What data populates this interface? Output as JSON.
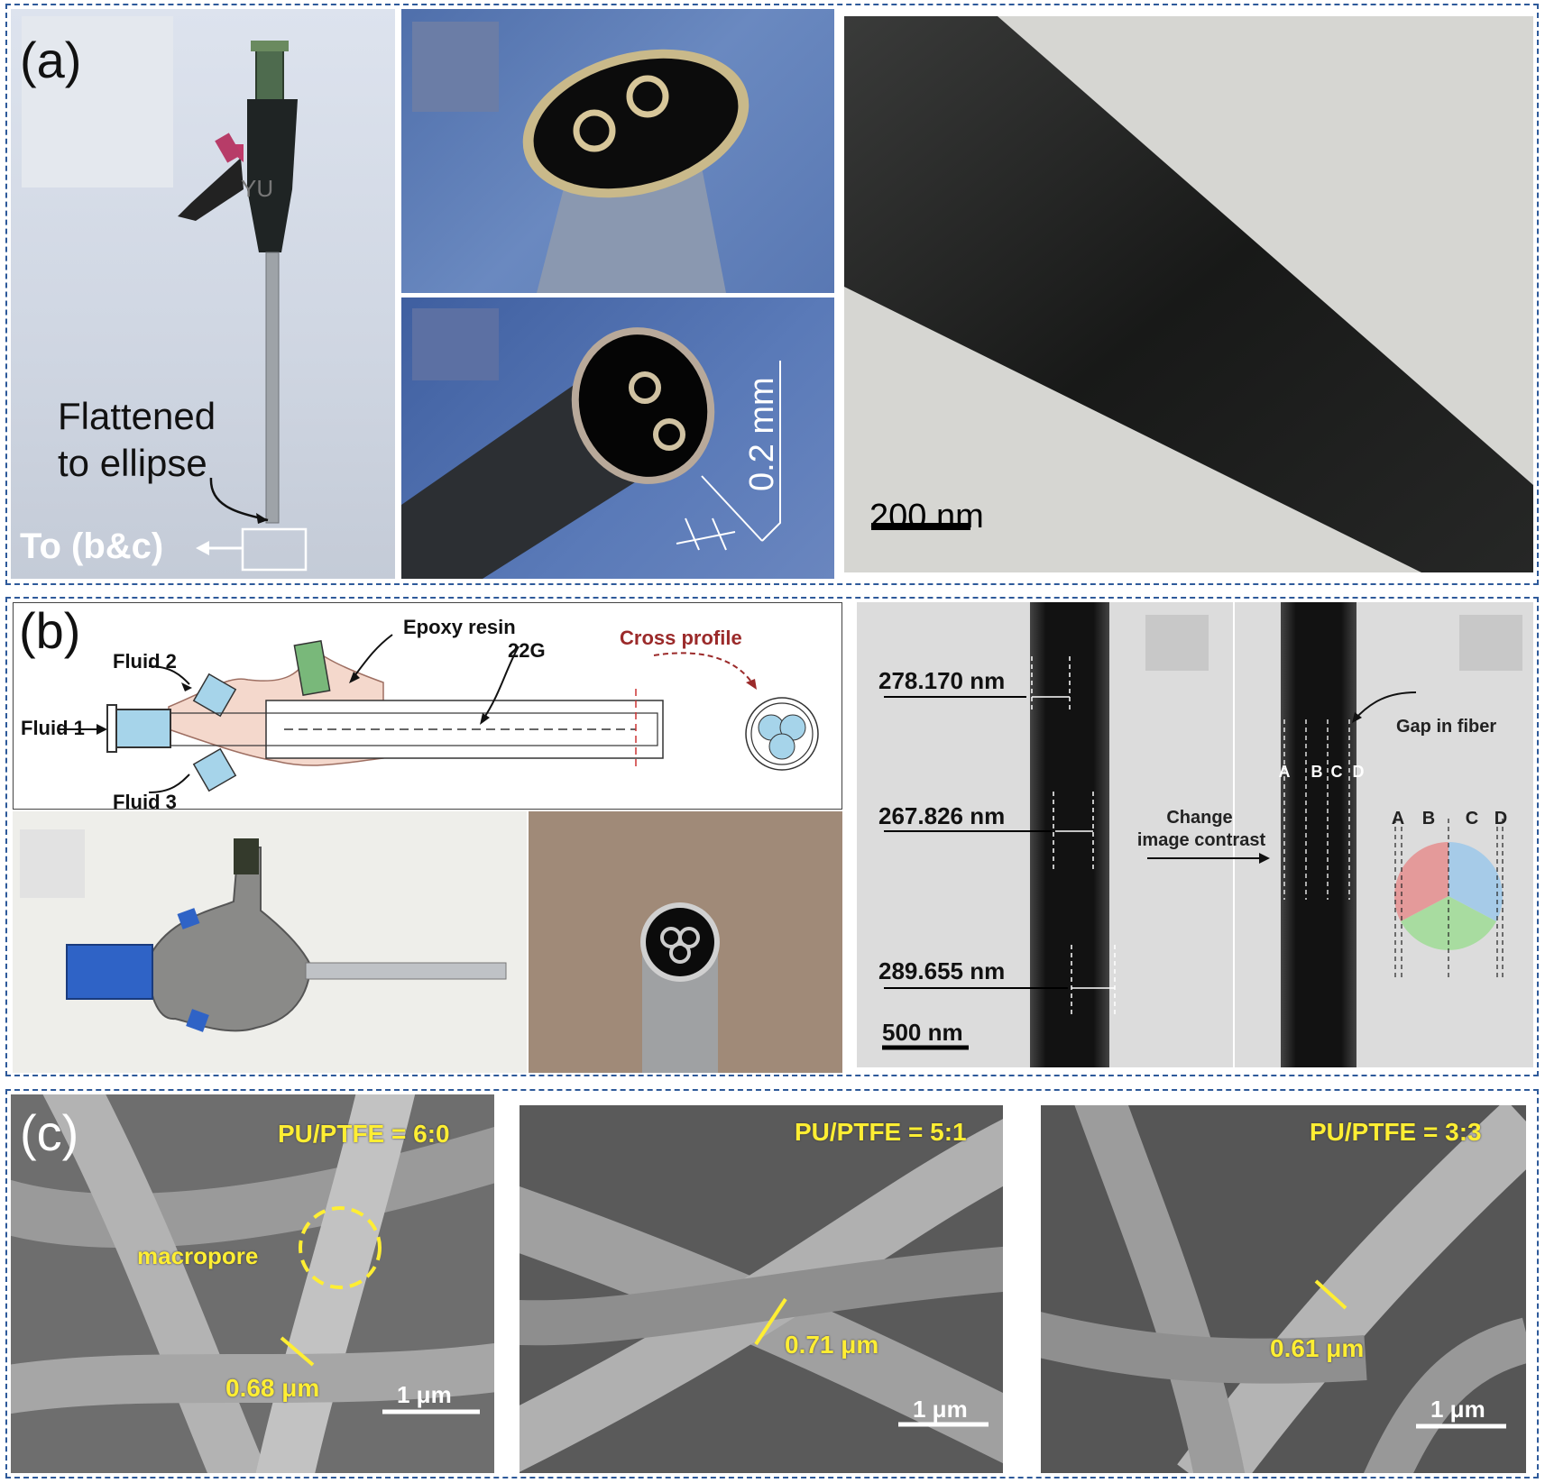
{
  "panel_a": {
    "letter": "(a)",
    "flattened_line1": "Flattened",
    "flattened_line2": "to ellipse",
    "to_bc": "To (b&c)",
    "yu_mark": "YU",
    "dim_label": "0.2 mm",
    "scale_bar": "200 nm"
  },
  "panel_b": {
    "letter": "(b)",
    "fluid1": "Fluid 1",
    "fluid2": "Fluid 2",
    "fluid3": "Fluid 3",
    "epoxy": "Epoxy resin",
    "gauge": "22G",
    "cross_profile": "Cross profile",
    "meas1": "278.170 nm",
    "meas2": "267.826 nm",
    "meas3": "289.655 nm",
    "scale_bar": "500 nm",
    "change_line1": "Change",
    "change_line2": "image contrast",
    "gap": "Gap in fiber",
    "abcd": [
      "A",
      "B",
      "C",
      "D"
    ]
  },
  "panel_c": {
    "letter": "(c)",
    "images": [
      {
        "ratio": "PU/PTFE = 6:0",
        "diameter": "0.68 μm",
        "scale": "1 μm",
        "note": "macropore"
      },
      {
        "ratio": "PU/PTFE = 5:1",
        "diameter": "0.71 μm",
        "scale": "1 μm"
      },
      {
        "ratio": "PU/PTFE = 3:3",
        "diameter": "0.61 μm",
        "scale": "1 μm"
      }
    ]
  },
  "colors": {
    "frame": "#2e5a9a",
    "label_yellow": "#ffee33",
    "cross_profile": "#9b2a2a",
    "fluid_blue": "#a6d4ea"
  }
}
